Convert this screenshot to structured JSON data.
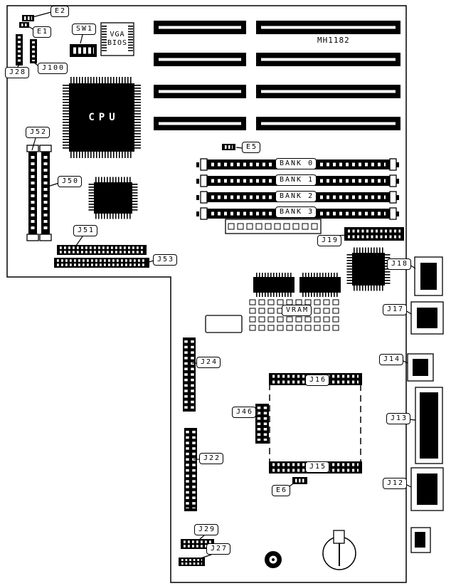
{
  "labels": {
    "e2": "E2",
    "e1": "E1",
    "sw1": "SW1",
    "vga_line1": "VGA",
    "vga_line2": "BIOS",
    "j28": "J28",
    "j100": "J100",
    "cpu": "CPU",
    "mh1182": "MH1182",
    "j52": "J52",
    "j50": "J50",
    "j51": "J51",
    "j53": "J53",
    "e5": "E5",
    "bank0": "BANK 0",
    "bank1": "BANK 1",
    "bank2": "BANK 2",
    "bank3": "BANK 3",
    "j19": "J19",
    "j18": "J18",
    "j17": "J17",
    "vram": "VRAM",
    "j14": "J14",
    "j24": "J24",
    "j16": "J16",
    "j46": "J46",
    "j13": "J13",
    "j22": "J22",
    "j15": "J15",
    "e6": "E6",
    "j12": "J12",
    "j29": "J29",
    "j27": "J27"
  }
}
